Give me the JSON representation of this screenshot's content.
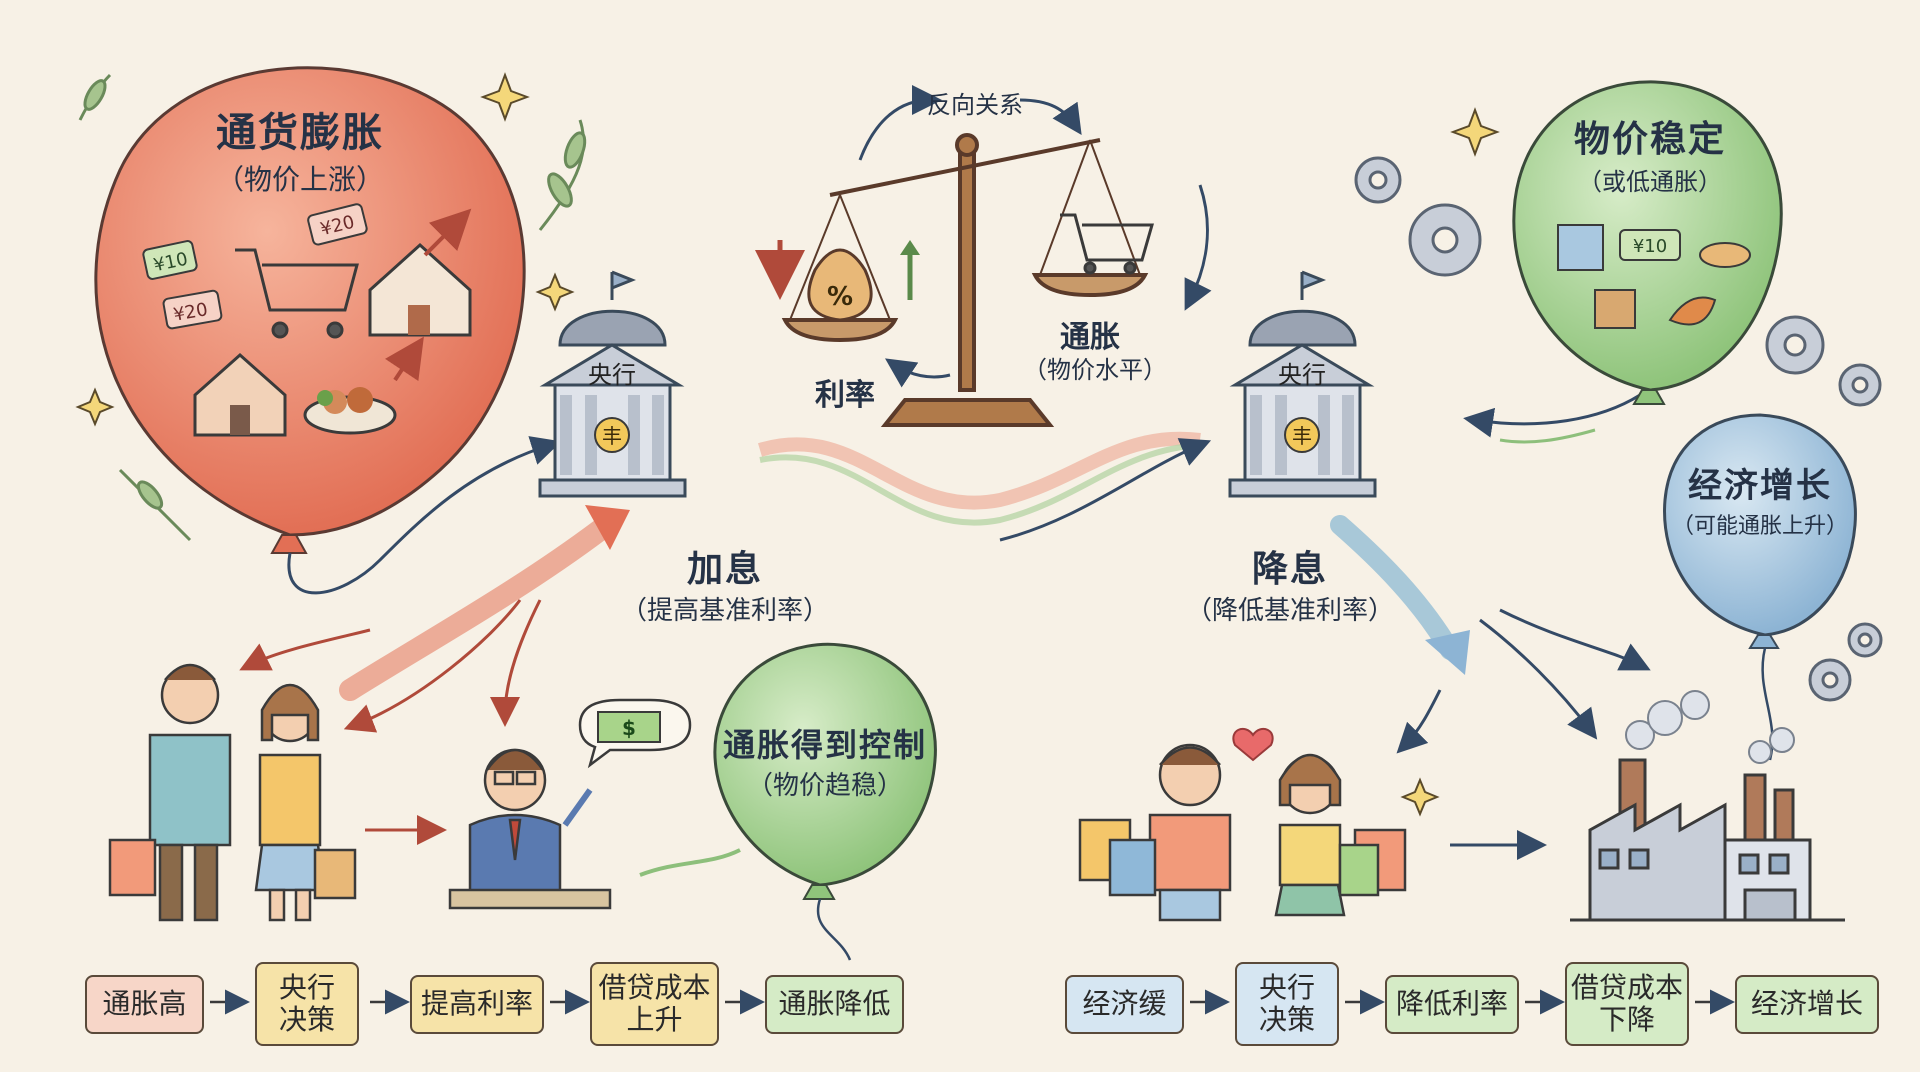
{
  "balloons": {
    "inflation": {
      "title": "通货膨胀",
      "subtitle": "（物价上涨）",
      "tag1": "¥10",
      "tag2": "¥20",
      "tag3": "¥20"
    },
    "stable": {
      "title": "物价稳定",
      "subtitle": "（或低通胀）",
      "tag": "¥10"
    },
    "growth": {
      "title": "经济增长",
      "subtitle": "（可能通胀上升）"
    },
    "controlled": {
      "title": "通胀得到控制",
      "subtitle": "（物价趋稳）"
    }
  },
  "scale": {
    "relation": "反向关系",
    "left_label": "利率",
    "right_label": "通胀",
    "right_sub": "（物价水平）",
    "bag_symbol": "%"
  },
  "banks": {
    "left_label": "央行",
    "right_label": "央行",
    "coin": "丰"
  },
  "actions": {
    "raise_title": "加息",
    "raise_sub": "（提高基准利率）",
    "cut_title": "降息",
    "cut_sub": "（降低基准利率）"
  },
  "money_symbol": "$",
  "flow_left": [
    "通胀高",
    "央行\n决策",
    "提高利率",
    "借贷成本\n上升",
    "通胀降低"
  ],
  "flow_right": [
    "经济缓",
    "央行\n决策",
    "降低利率",
    "借贷成本\n下降",
    "经济增长"
  ],
  "colors": {
    "inflation_red": "#e8826a",
    "stable_green": "#a9d39a",
    "growth_blue": "#a9c8e0",
    "bank_gray": "#9aa3b2",
    "box_pink": "#f7d6c8",
    "box_yellow": "#f6e3a8",
    "box_green": "#d5ebc6",
    "box_blue": "#d6e6f2"
  }
}
